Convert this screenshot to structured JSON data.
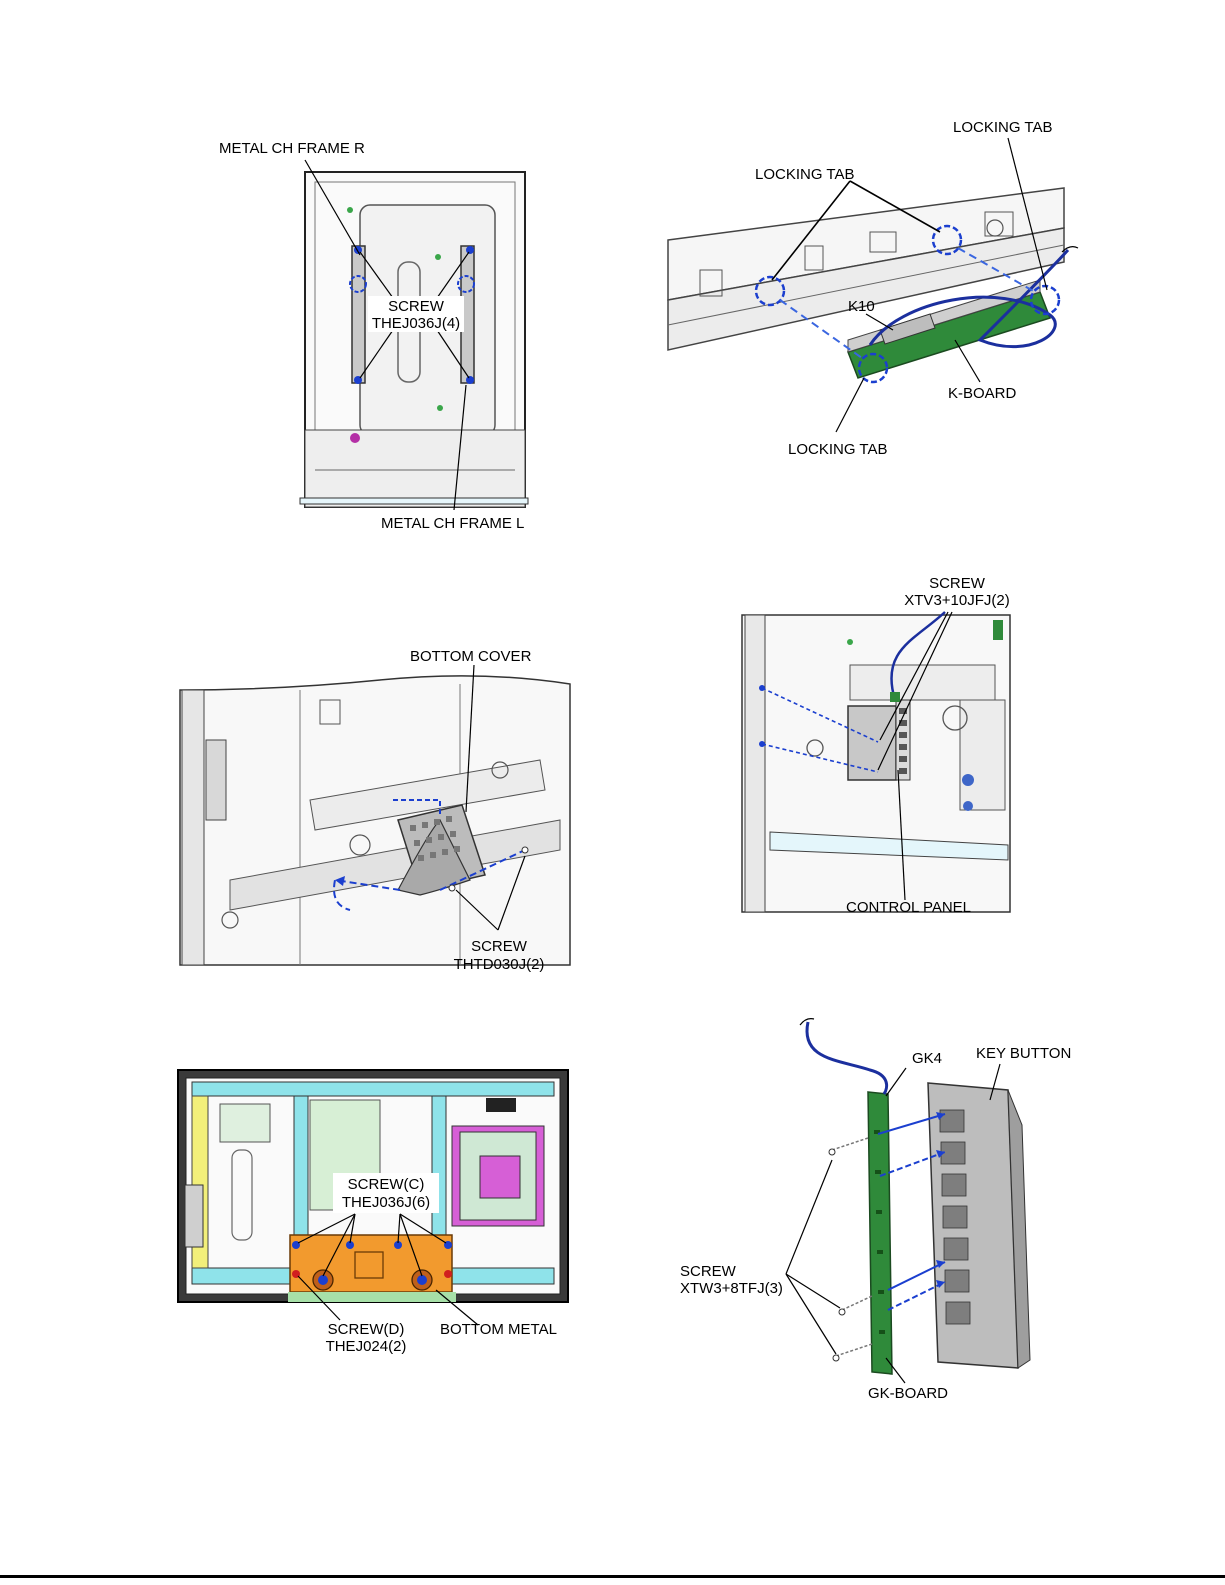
{
  "panel1": {
    "frame_r": "METAL CH FRAME R",
    "screw_1": "SCREW",
    "screw_2": "THEJ036J(4)",
    "frame_l": "METAL CH FRAME L"
  },
  "panel2": {
    "locking_tab_top": "LOCKING TAB",
    "locking_tab_mid": "LOCKING TAB",
    "k10": "K10",
    "k_board": "K-BOARD",
    "locking_tab_bottom": "LOCKING TAB"
  },
  "panel3": {
    "bottom_cover": "BOTTOM COVER",
    "screw_1": "SCREW",
    "screw_2": "THTD030J(2)"
  },
  "panel4": {
    "screw_1": "SCREW",
    "screw_2": "XTV3+10JFJ(2)",
    "control_panel": "CONTROL PANEL"
  },
  "panel5": {
    "screw_c_1": "SCREW(C)",
    "screw_c_2": "THEJ036J(6)",
    "screw_d_1": "SCREW(D)",
    "screw_d_2": "THEJ024(2)",
    "bottom_metal": "BOTTOM METAL"
  },
  "panel6": {
    "gk4": "GK4",
    "key_button": "KEY BUTTON",
    "screw_1": "SCREW",
    "screw_2": "XTW3+8TFJ(3)",
    "gk_board": "GK-BOARD"
  },
  "colors": {
    "highlight_blue": "#1b3fcf",
    "board_green": "#2f8a3a",
    "cyan": "#8fe3ea",
    "magenta": "#d65fd6",
    "orange": "#f29a2e",
    "yellow": "#f2ef7a"
  }
}
